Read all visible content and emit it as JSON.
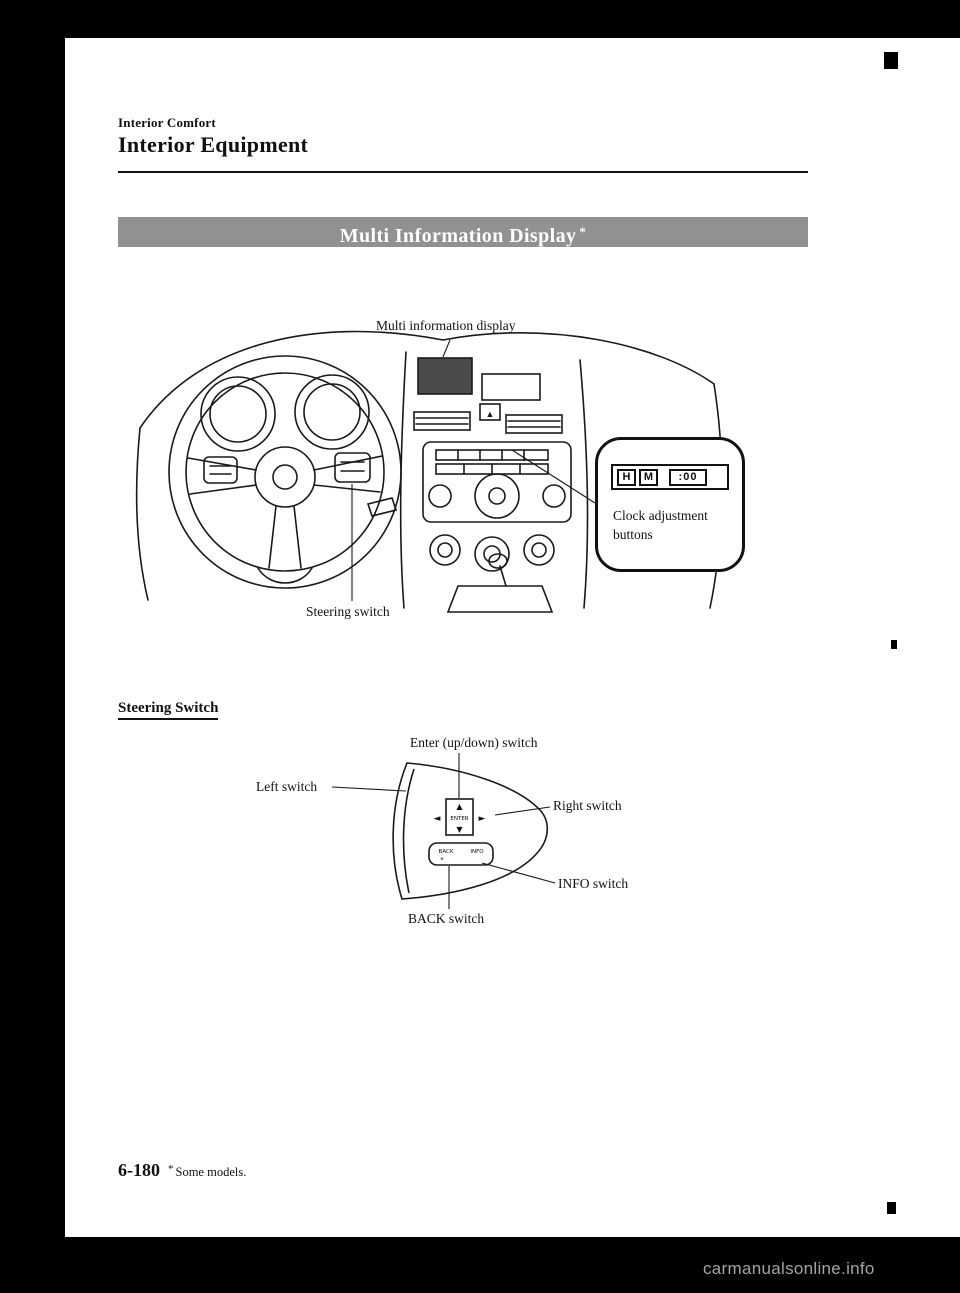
{
  "header": {
    "eyebrow": "Interior Comfort",
    "title": "Interior Equipment"
  },
  "banner": {
    "title": "Multi Information Display",
    "asterisk": "*"
  },
  "dashboard_diagram": {
    "display_label": "Multi information display",
    "steering_label": "Steering switch",
    "callout": {
      "hour_button": "H",
      "minute_button": "M",
      "time_display": ":00",
      "caption_line1": "Clock adjustment",
      "caption_line2": "buttons"
    }
  },
  "section_heading": "Steering Switch",
  "switch_diagram": {
    "enter_label": "Enter (up/down) switch",
    "left_label": "Left switch",
    "right_label": "Right switch",
    "info_label": "INFO switch",
    "back_label": "BACK switch",
    "enter_button": "ENTER",
    "back_button": "BACK",
    "info_button": "INFO",
    "footnote_mark": "*"
  },
  "icons": {
    "up": "▲",
    "down": "▼",
    "left": "◄",
    "right": "►"
  },
  "footer": {
    "page_number": "6-180",
    "asterisk": "*",
    "note": "Some models."
  },
  "watermark": "carmanualsonline.info"
}
